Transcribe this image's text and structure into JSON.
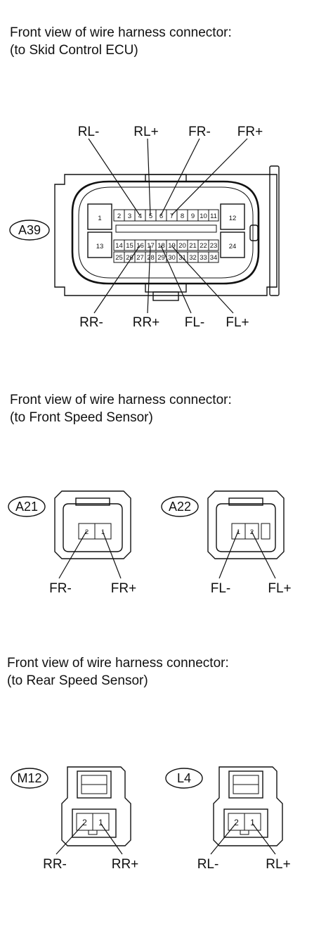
{
  "sections": {
    "ecu": {
      "caption": [
        "Front view of wire harness connector:",
        "(to Skid Control ECU)"
      ],
      "connector": "A39",
      "pins_row1": [
        "1",
        "2",
        "3",
        "4",
        "5",
        "6",
        "7",
        "8",
        "9",
        "10",
        "11",
        "12"
      ],
      "pins_row2": [
        "13",
        "14",
        "15",
        "16",
        "17",
        "18",
        "19",
        "20",
        "21",
        "22",
        "23",
        "24"
      ],
      "pins_row3": [
        "25",
        "26",
        "27",
        "28",
        "29",
        "30",
        "31",
        "32",
        "33",
        "34"
      ],
      "top_wires": [
        "RL-",
        "RL+",
        "FR-",
        "FR+"
      ],
      "bottom_wires": [
        "RR-",
        "RR+",
        "FL-",
        "FL+"
      ]
    },
    "front": {
      "caption": [
        "Front view of wire harness connector:",
        "(to Front Speed Sensor)"
      ],
      "left": {
        "connector": "A21",
        "pins": [
          "2",
          "1"
        ],
        "wires": [
          "FR-",
          "FR+"
        ]
      },
      "right": {
        "connector": "A22",
        "pins": [
          "1",
          "2"
        ],
        "wires": [
          "FL-",
          "FL+"
        ]
      }
    },
    "rear": {
      "caption": [
        "Front view of wire harness connector:",
        "(to Rear Speed Sensor)"
      ],
      "left": {
        "connector": "M12",
        "pins": [
          "2",
          "1"
        ],
        "wires": [
          "RR-",
          "RR+"
        ]
      },
      "right": {
        "connector": "L4",
        "pins": [
          "2",
          "1"
        ],
        "wires": [
          "RL-",
          "RL+"
        ]
      }
    }
  }
}
